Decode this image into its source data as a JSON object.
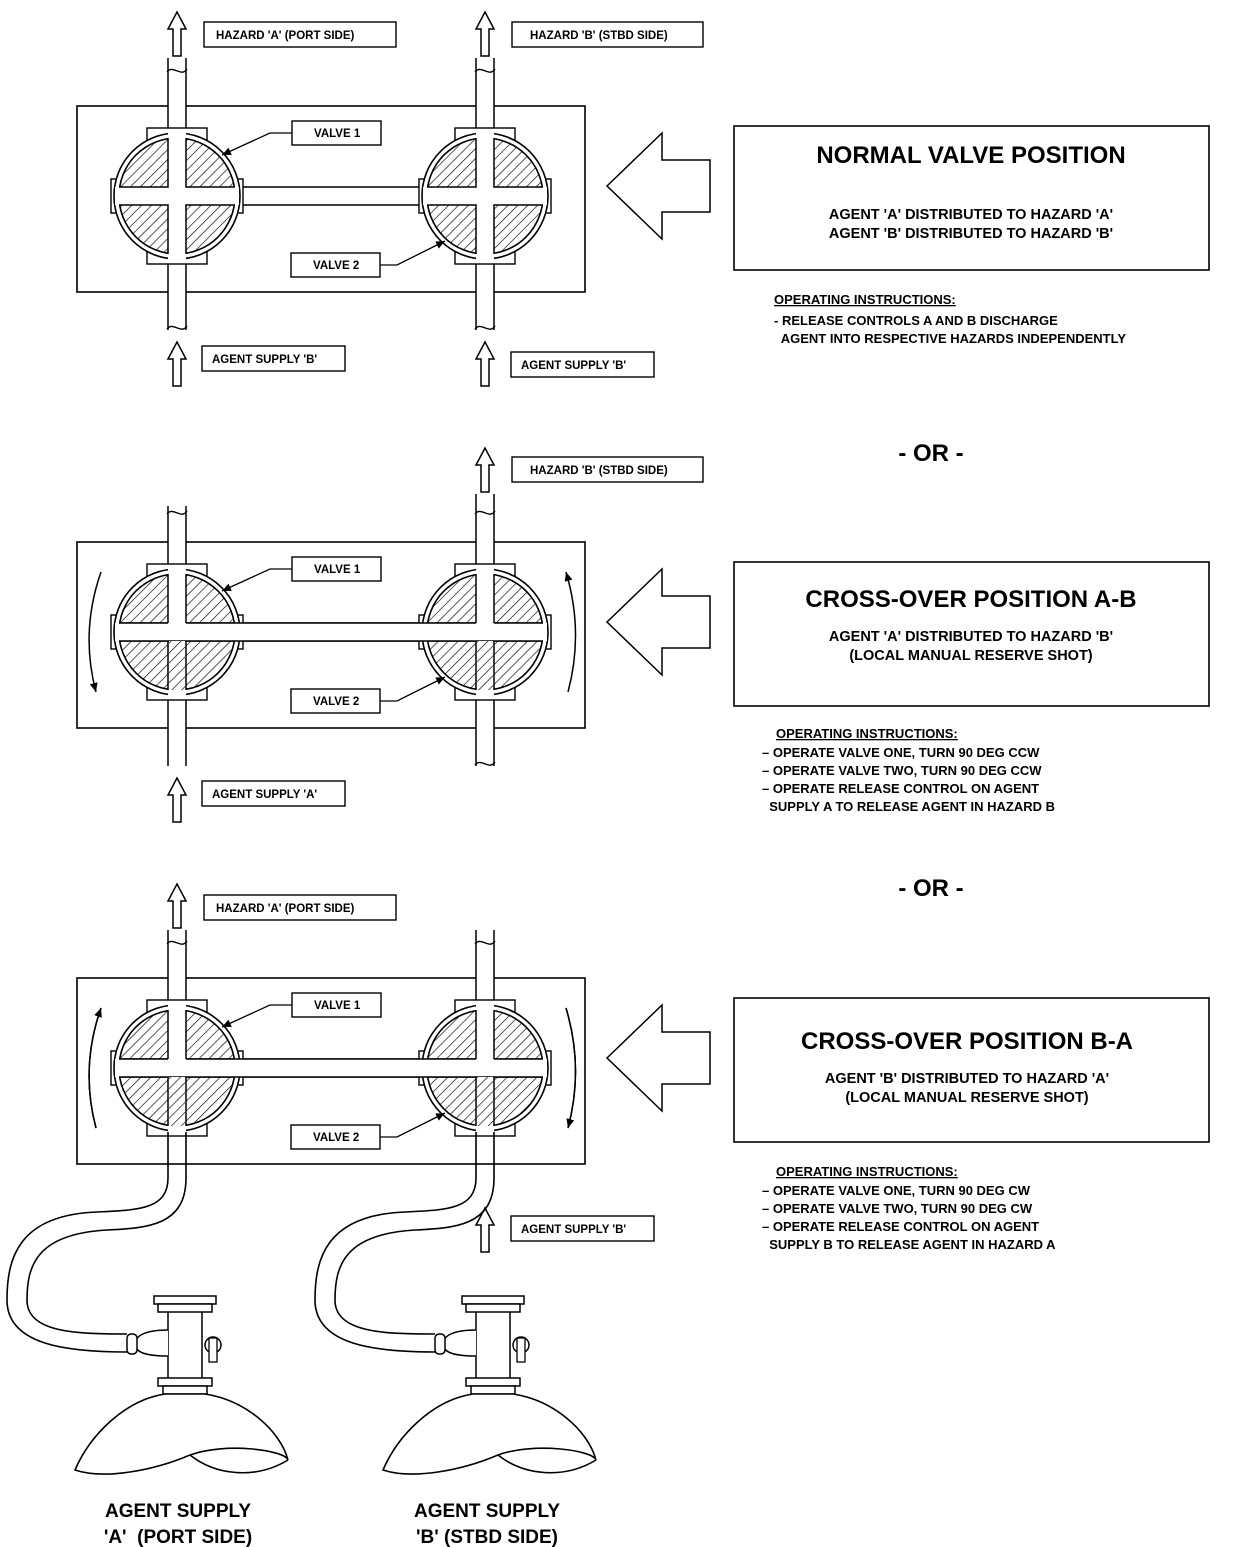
{
  "normal": {
    "hazard_a_label": "HAZARD 'A' (PORT SIDE)",
    "hazard_b_label": "HAZARD 'B' (STBD SIDE)",
    "valve1_label": "VALVE 1",
    "valve2_label": "VALVE 2",
    "supply_left_label": "AGENT SUPPLY 'B'",
    "supply_right_label": "AGENT SUPPLY 'B'",
    "title": "NORMAL VALVE POSITION",
    "line1": "AGENT 'A' DISTRIBUTED TO HAZARD 'A'",
    "line2": "AGENT 'B' DISTRIBUTED TO HAZARD 'B'",
    "instructions_heading": "OPERATING INSTRUCTIONS:",
    "instructions": [
      "- RELEASE CONTROLS A AND B DISCHARGE",
      "  AGENT INTO RESPECTIVE HAZARDS INDEPENDENTLY"
    ]
  },
  "or_label_1": "- OR -",
  "crossover_ab": {
    "hazard_b_label": "HAZARD 'B' (STBD SIDE)",
    "valve1_label": "VALVE 1",
    "valve2_label": "VALVE 2",
    "supply_label": "AGENT SUPPLY 'A'",
    "title": "CROSS-OVER POSITION A-B",
    "line1": "AGENT 'A' DISTRIBUTED TO HAZARD 'B'",
    "line2": "(LOCAL MANUAL RESERVE SHOT)",
    "instructions_heading": "OPERATING INSTRUCTIONS:",
    "instructions": [
      "– OPERATE VALVE ONE, TURN 90 DEG CCW",
      "– OPERATE VALVE TWO, TURN 90 DEG CCW",
      "– OPERATE RELEASE CONTROL ON AGENT",
      "  SUPPLY A TO RELEASE AGENT IN HAZARD B"
    ]
  },
  "or_label_2": "- OR -",
  "crossover_ba": {
    "hazard_a_label": "HAZARD 'A' (PORT SIDE)",
    "valve1_label": "VALVE 1",
    "valve2_label": "VALVE 2",
    "supply_label": "AGENT SUPPLY 'B'",
    "title": "CROSS-OVER POSITION B-A",
    "line1": "AGENT 'B' DISTRIBUTED TO HAZARD 'A'",
    "line2": "(LOCAL MANUAL RESERVE SHOT)",
    "instructions_heading": "OPERATING INSTRUCTIONS:",
    "instructions": [
      "– OPERATE VALVE ONE, TURN 90 DEG CW",
      "– OPERATE VALVE TWO, TURN 90 DEG CW",
      "– OPERATE RELEASE CONTROL ON AGENT",
      "  SUPPLY B TO RELEASE AGENT IN HAZARD A"
    ]
  },
  "cylinders": {
    "left_line1": "AGENT SUPPLY",
    "left_line2": "'A'  (PORT SIDE)",
    "right_line1": "AGENT SUPPLY",
    "right_line2": "'B' (STBD SIDE)"
  }
}
